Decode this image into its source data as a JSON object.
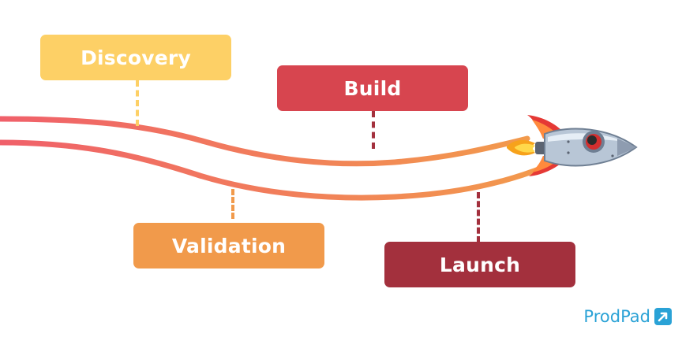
{
  "stages": {
    "discovery": {
      "label": "Discovery",
      "color": "#fdd066"
    },
    "build": {
      "label": "Build",
      "color": "#d7454f"
    },
    "validation": {
      "label": "Validation",
      "color": "#f19a4b"
    },
    "launch": {
      "label": "Launch",
      "color": "#a3303d"
    }
  },
  "trail_colors": {
    "start": "#f0606a",
    "end": "#f29a4c"
  },
  "brand": {
    "name": "ProdPad",
    "color": "#2aa2d6"
  },
  "icons": {
    "rocket": "rocket-icon",
    "logo": "prodpad-logo-icon"
  }
}
